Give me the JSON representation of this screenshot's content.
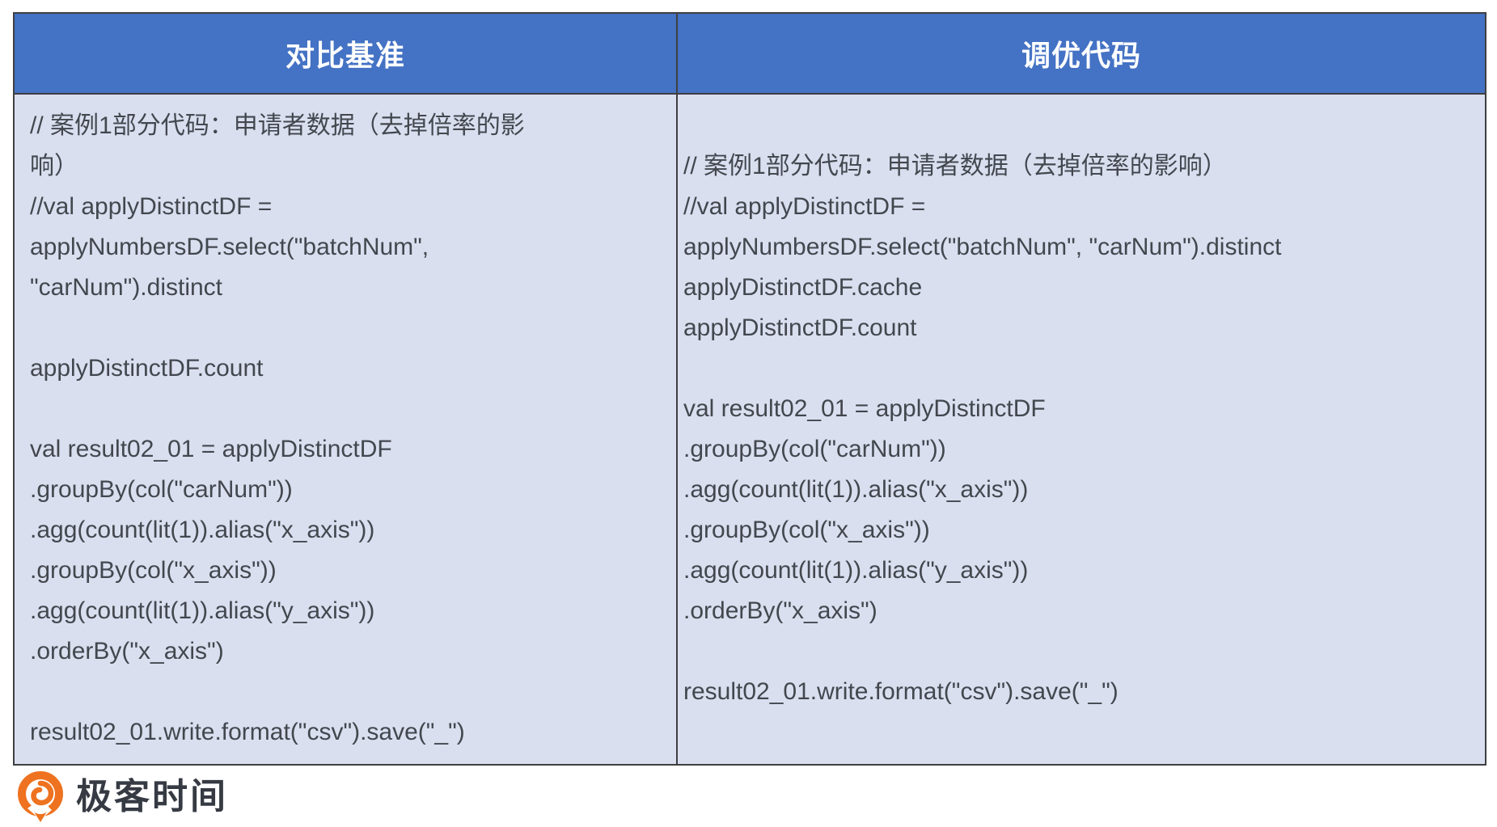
{
  "table": {
    "headers": {
      "left": "对比基准",
      "right": "调优代码"
    },
    "left_code_lines": [
      "// 案例1部分代码：申请者数据（去掉倍率的影",
      "响）",
      "//val applyDistinctDF =",
      "applyNumbersDF.select(\"batchNum\",",
      "\"carNum\").distinct",
      "",
      "applyDistinctDF.count",
      "",
      "val result02_01 = applyDistinctDF",
      ".groupBy(col(\"carNum\"))",
      ".agg(count(lit(1)).alias(\"x_axis\"))",
      ".groupBy(col(\"x_axis\"))",
      ".agg(count(lit(1)).alias(\"y_axis\"))",
      ".orderBy(\"x_axis\")",
      "",
      "result02_01.write.format(\"csv\").save(\"_\")"
    ],
    "right_code_lines": [
      "// 案例1部分代码：申请者数据（去掉倍率的影响）",
      "//val applyDistinctDF =",
      "applyNumbersDF.select(\"batchNum\", \"carNum\").distinct",
      "applyDistinctDF.cache",
      "applyDistinctDF.count",
      "",
      "val result02_01 = applyDistinctDF",
      ".groupBy(col(\"carNum\"))",
      ".agg(count(lit(1)).alias(\"x_axis\"))",
      ".groupBy(col(\"x_axis\"))",
      ".agg(count(lit(1)).alias(\"y_axis\"))",
      ".orderBy(\"x_axis\")",
      "",
      "result02_01.write.format(\"csv\").save(\"_\")"
    ]
  },
  "footer": {
    "brand_name": "极客时间",
    "logo_icon": "geektime-logo"
  },
  "colors": {
    "header_bg": "#4472C4",
    "header_text": "#FFFFFF",
    "cell_bg": "#DADFF0",
    "border": "#3F3F42",
    "code_text": "#43474E",
    "logo_orange": "#EE721F",
    "brand_text": "#363A43"
  }
}
